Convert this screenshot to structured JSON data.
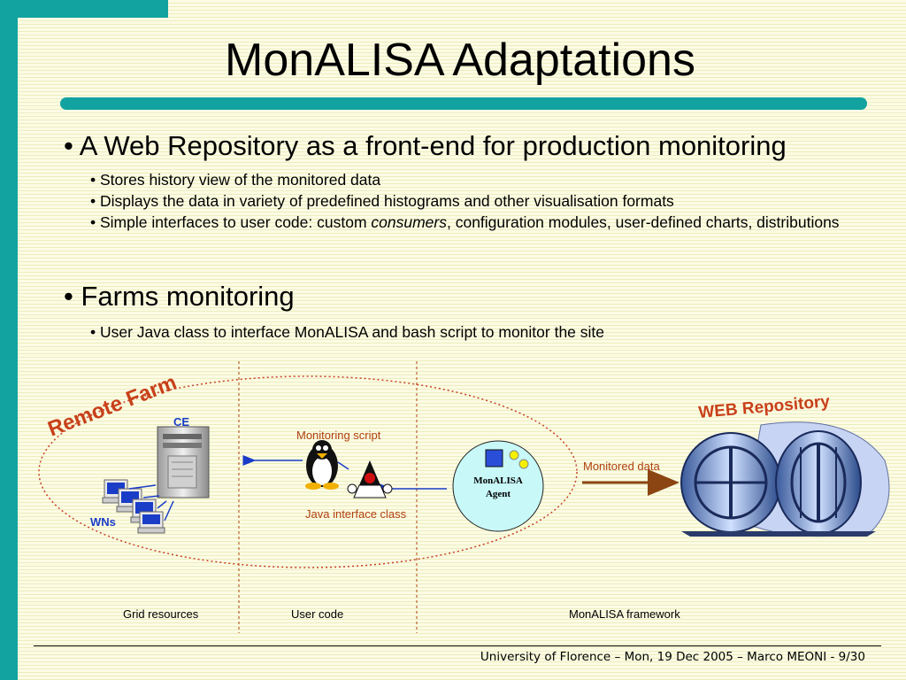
{
  "slide": {
    "title": "MonALISA Adaptations",
    "bullets": [
      {
        "text": "A Web Repository as a front-end for production monitoring",
        "sub": [
          {
            "text": "Stores history view of the monitored data"
          },
          {
            "text": "Displays the data in variety of predefined histograms and other visualisation formats"
          },
          {
            "pre": "Simple interfaces to user code: custom ",
            "em": "consumers",
            "post": ", configuration modules, user-defined charts, distributions"
          }
        ]
      },
      {
        "text": "Farms monitoring",
        "sub": [
          {
            "text": "User Java class to interface MonALISA and bash script to monitor the site"
          }
        ]
      }
    ]
  },
  "diagram": {
    "remote_farm": "Remote Farm",
    "web_repository": "WEB Repository",
    "ce": "CE",
    "wns": "WNs",
    "monitoring_script": "Monitoring script",
    "java_interface_class": "Java interface class",
    "agent_line1": "MonALISA",
    "agent_line2": "Agent",
    "monitored_data": "Monitored data",
    "sections": [
      "Grid resources",
      "User code",
      "MonALISA framework"
    ]
  },
  "footer": "University of Florence – Mon, 19 Dec 2005 – Marco MEONI - 9/30",
  "colors": {
    "accent_teal": "#12a3a0",
    "label_red": "#b04010",
    "label_blue": "#1a3dc8",
    "arrow_blue": "#1a3dc8",
    "arrow_brown": "#8b4513",
    "agent_fill": "#c8f8f8"
  }
}
